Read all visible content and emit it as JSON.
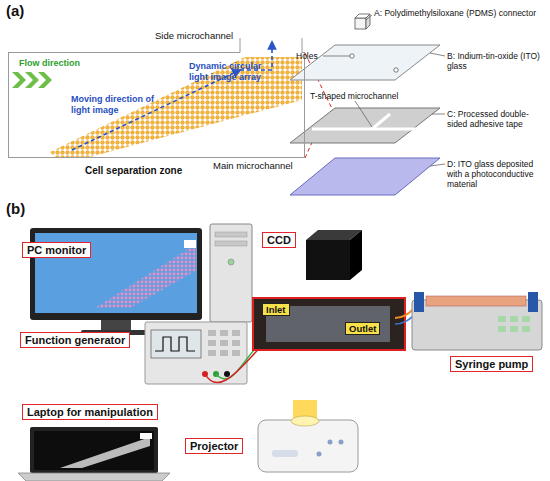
{
  "diagram": {
    "nodes": [
      {
        "text": [
          "Flow direction",
          "Dynamic circular light image array",
          "Moving direction of light image"
        ]
      },
      {
        "text": [
          "PC monitor"
        ]
      },
      {
        "text": [
          "CCD"
        ]
      },
      {
        "text": [
          "Function generator"
        ]
      },
      {
        "text": [
          "Inlet"
        ]
      },
      {
        "text": [
          "Outlet"
        ]
      },
      {
        "text": [
          "Syringe pump"
        ]
      },
      {
        "text": [
          "Laptop for manipulation"
        ]
      },
      {
        "text": [
          "Projector"
        ]
      }
    ],
    "labels": [
      "(a)",
      "Side microchannel",
      "Main microchannel",
      "Cell separation zone",
      "A: Polydimethylsiloxane (PDMS) connector",
      "Holes",
      "B: Indium-tin-oxide (ITO) glass",
      "T-shaped microchannel",
      "C: Processed double-sided adhesive tape",
      "D: ITO glass deposited with a photoconductive material",
      "(b)"
    ]
  }
}
